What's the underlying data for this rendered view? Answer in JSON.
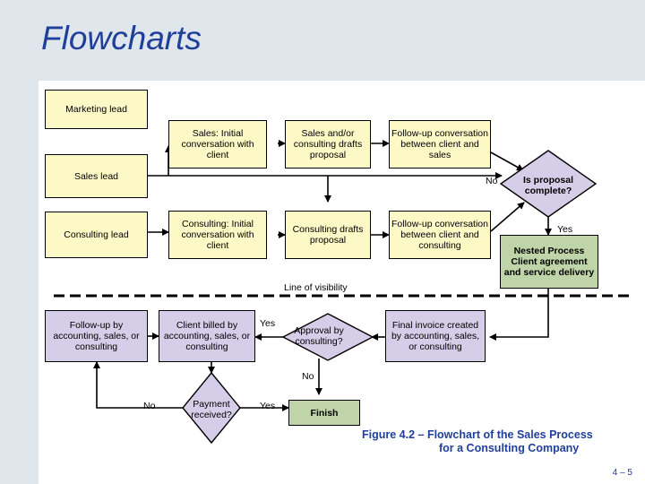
{
  "title": "Flowcharts",
  "nodes": {
    "marketing_lead": "Marketing lead",
    "sales_lead": "Sales lead",
    "consulting_lead": "Consulting lead",
    "sales_initial": "Sales: Initial conversation with client",
    "sales_drafts": "Sales and/or consulting drafts proposal",
    "followup_sales": "Follow-up conversation between client and sales",
    "proposal_complete": "Is proposal complete?",
    "consulting_initial": "Consulting: Initial conversation with client",
    "consulting_drafts": "Consulting drafts proposal",
    "followup_consulting": "Follow-up conversation between client and consulting",
    "nested_process": "Nested Process Client agreement and service delivery",
    "followup_accounting": "Follow-up by accounting, sales, or consulting",
    "client_billed": "Client billed by accounting, sales, or consulting",
    "approval": "Approval by consulting?",
    "final_invoice": "Final invoice created by accounting, sales, or consulting",
    "payment": "Payment received?",
    "finish": "Finish"
  },
  "edge_labels": {
    "proposal_no": "No",
    "proposal_yes": "Yes",
    "approval_yes": "Yes",
    "approval_no": "No",
    "payment_no": "No",
    "payment_yes": "Yes"
  },
  "visibility_line_label": "Line of visibility",
  "caption": {
    "line1": "Figure 4.2 – Flowchart of the Sales Process",
    "line2": "for a Consulting Company"
  },
  "page_number": "4 – 5"
}
